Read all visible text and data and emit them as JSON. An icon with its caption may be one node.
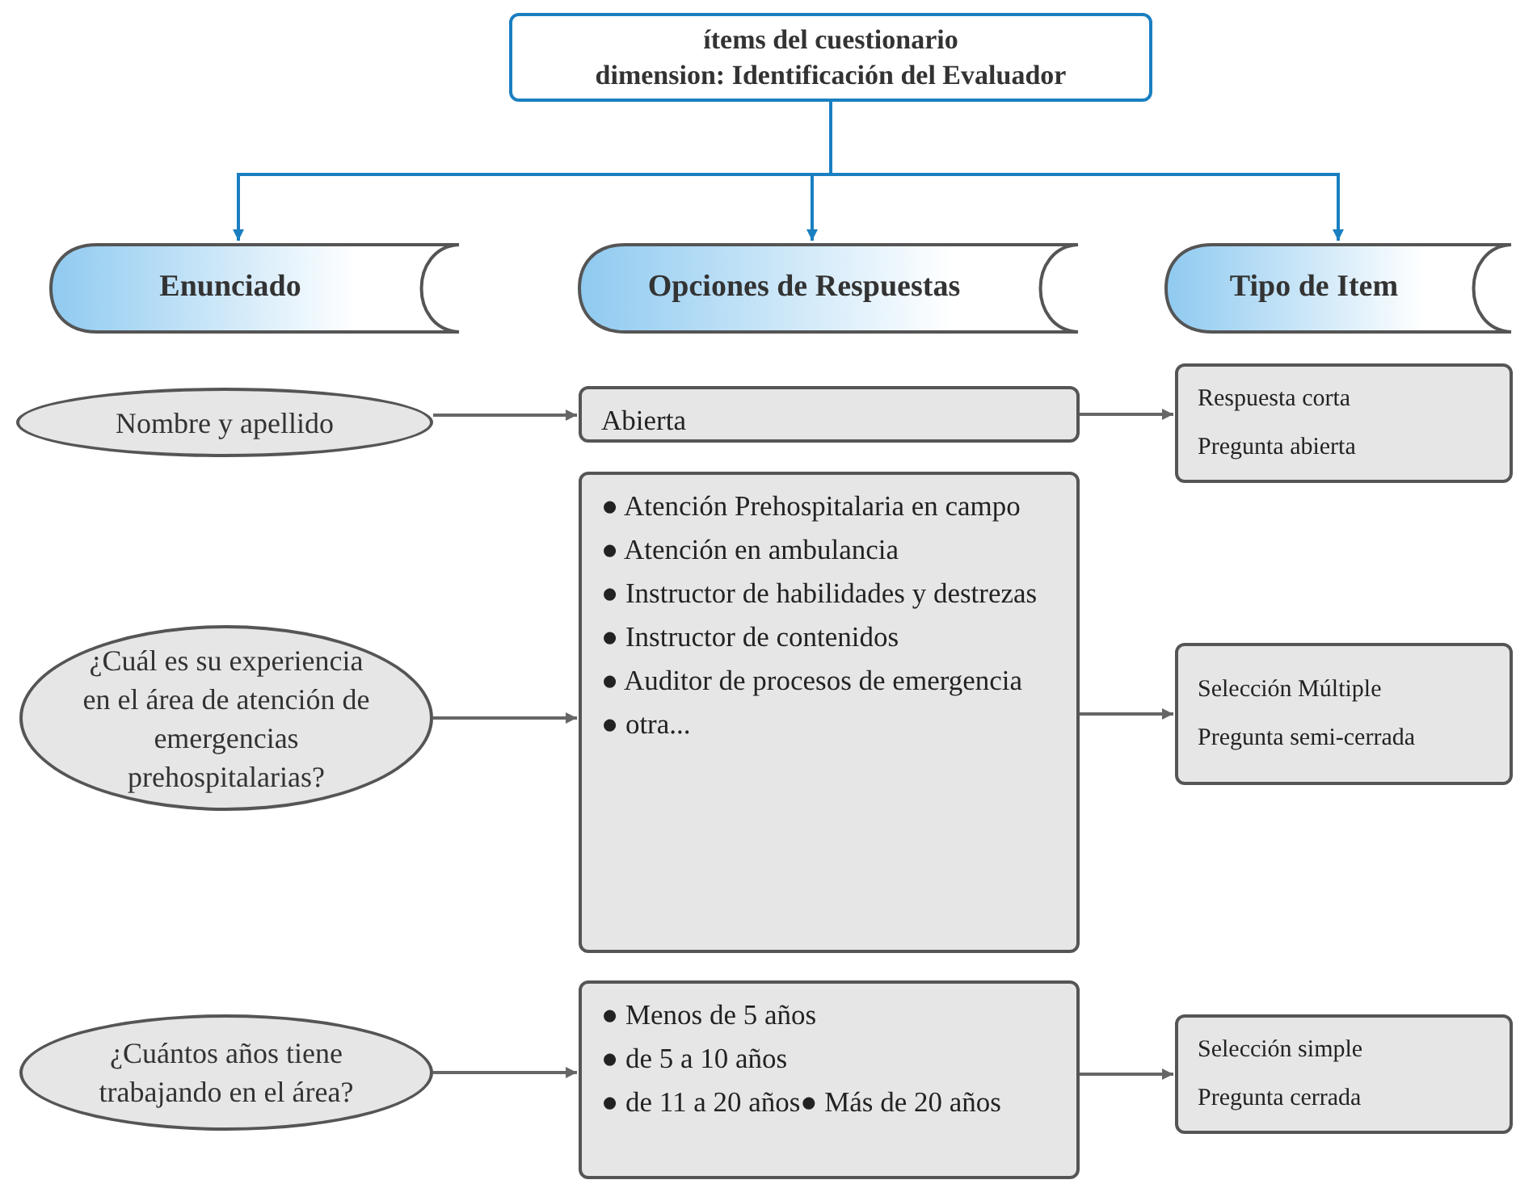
{
  "diagram": {
    "nodes": [
      {
        "text": [
          "ítems del cuestionario",
          "dimension: Identificación del Evaluador"
        ]
      },
      {
        "text": [
          "Enunciado"
        ]
      },
      {
        "text": [
          "Opciones de Respuestas"
        ]
      },
      {
        "text": [
          "Tipo de Item"
        ]
      },
      {
        "text": [
          "Nombre y apellido"
        ]
      },
      {
        "text": [
          "Abierta"
        ]
      },
      {
        "text": [
          "Respuesta corta",
          "Pregunta abierta"
        ]
      },
      {
        "text": [
          "¿Cuál es su experiencia en el área de atención de emergencias prehospitalarias?"
        ]
      },
      {
        "text": [
          "● Atención Prehospitalaria en campo",
          "● Atención en ambulancia",
          "● Instructor de habilidades y destrezas",
          "● Instructor de contenidos",
          "● Auditor de procesos de emergencia",
          "● otra..."
        ]
      },
      {
        "text": [
          "Selección Múltiple",
          "Pregunta semi-cerrada"
        ]
      },
      {
        "text": [
          "¿Cuántos años tiene trabajando en el área?"
        ]
      },
      {
        "text": [
          "● Menos de 5 años",
          "● de 5 a 10 años",
          "● de 11 a 20 años● Más de 20 años"
        ]
      },
      {
        "text": [
          "Selección simple",
          "Pregunta cerrada"
        ]
      }
    ],
    "edges": [
      {
        "from": 0,
        "to": 1,
        "arrow": "to",
        "color": "#1a7fc1"
      },
      {
        "from": 0,
        "to": 2,
        "arrow": "to",
        "color": "#1a7fc1"
      },
      {
        "from": 0,
        "to": 3,
        "arrow": "to",
        "color": "#1a7fc1"
      },
      {
        "from": 4,
        "to": 5,
        "arrow": "to"
      },
      {
        "from": 5,
        "to": 6,
        "arrow": "to"
      },
      {
        "from": 7,
        "to": 8,
        "arrow": "to"
      },
      {
        "from": 8,
        "to": 9,
        "arrow": "to"
      },
      {
        "from": 10,
        "to": 11,
        "arrow": "to"
      },
      {
        "from": 11,
        "to": 12,
        "arrow": "to"
      }
    ]
  }
}
